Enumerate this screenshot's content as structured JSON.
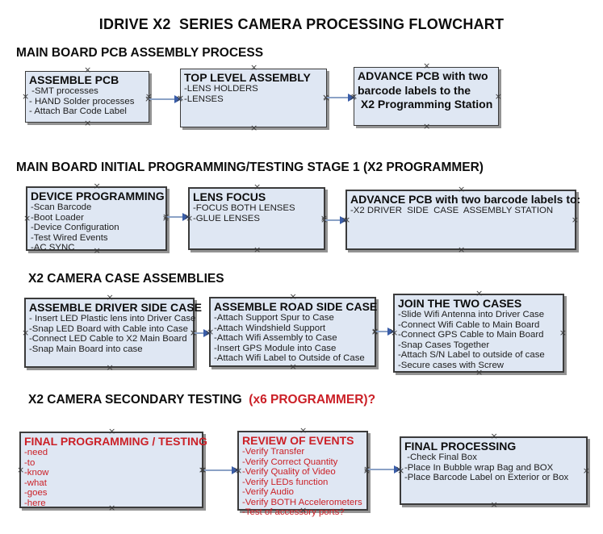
{
  "title": "IDRIVE X2  SERIES CAMERA PROCESSING FLOWCHART",
  "colors": {
    "box_fill": "#dfe7f3",
    "box_border": "#3b3b3b",
    "red_text": "#cb2027",
    "arrow_line": "#8ba2c6",
    "arrow_head": "#3a5da8"
  },
  "sections": [
    {
      "heading": "MAIN BOARD PCB ASSEMBLY PROCESS",
      "heading_red": "",
      "boxes": [
        {
          "title": "ASSEMBLE PCB",
          "items": [
            " -SMT processes",
            "- HAND Solder processes",
            "- Attach Bar Code Label"
          ]
        },
        {
          "title": "TOP LEVEL ASSEMBLY",
          "items": [
            "-LENS HOLDERS",
            "-LENSES"
          ]
        },
        {
          "title": "ADVANCE PCB with two\nbarcode labels to the\n X2 Programming Station",
          "items": []
        }
      ]
    },
    {
      "heading": "MAIN BOARD INITIAL PROGRAMMING/TESTING STAGE 1 (X2 PROGRAMMER)",
      "heading_red": "",
      "boxes": [
        {
          "title": "DEVICE PROGRAMMING",
          "items": [
            "-Scan Barcode",
            "-Boot Loader",
            "-Device Configuration",
            "-Test Wired Events",
            "-AC SYNC"
          ]
        },
        {
          "title": "LENS FOCUS",
          "items": [
            "-FOCUS BOTH LENSES",
            "-GLUE LENSES"
          ]
        },
        {
          "title": "ADVANCE PCB with two barcode labels to:",
          "items": [
            "-X2 DRIVER  SIDE  CASE  ASSEMBLY STATION"
          ]
        }
      ]
    },
    {
      "heading": "X2 CAMERA CASE ASSEMBLIES",
      "heading_red": "",
      "boxes": [
        {
          "title": "ASSEMBLE DRIVER SIDE CASE",
          "items": [
            "- Insert LED Plastic lens into Driver Case",
            "-Snap LED Board with Cable into Case",
            "-Connect LED Cable to X2 Main Board",
            "-Snap Main Board into case"
          ]
        },
        {
          "title": "ASSEMBLE ROAD SIDE CASE",
          "items": [
            "-Attach Support Spur to Case",
            "-Attach Windshield Support",
            "-Attach Wifi Assembly to Case",
            "-Insert GPS Module into Case",
            "-Attach Wifi Label to Outside of Case"
          ]
        },
        {
          "title": "JOIN THE TWO CASES",
          "items": [
            "-Slide Wifi Antenna into Driver Case",
            "-Connect Wifi Cable to Main Board",
            "-Connect GPS Cable to Main Board",
            "-Snap Cases Together",
            "-Attach S/N Label to outside of case",
            "-Secure cases with Screw"
          ]
        }
      ]
    },
    {
      "heading": "X2 CAMERA SECONDARY TESTING ",
      "heading_red": " (x6 PROGRAMMER)?",
      "boxes": [
        {
          "title": "FINAL PROGRAMMING / TESTING",
          "items": [
            "-need",
            "-to",
            "-know",
            "-what",
            "-goes",
            "-here"
          ]
        },
        {
          "title": "REVIEW OF EVENTS",
          "items": [
            "-Verify Transfer",
            "-Verify Correct Quantity",
            "-Verify Quality of Video",
            "-Verify LEDs function",
            "-Verify Audio",
            "-Verify BOTH Accelerometers",
            "-Test of accessory ports?"
          ]
        },
        {
          "title": "FINAL PROCESSING",
          "items": [
            " -Check Final Box",
            "-Place In Bubble wrap Bag and BOX",
            "-Place Barcode Label on Exterior or Box"
          ]
        }
      ]
    }
  ]
}
